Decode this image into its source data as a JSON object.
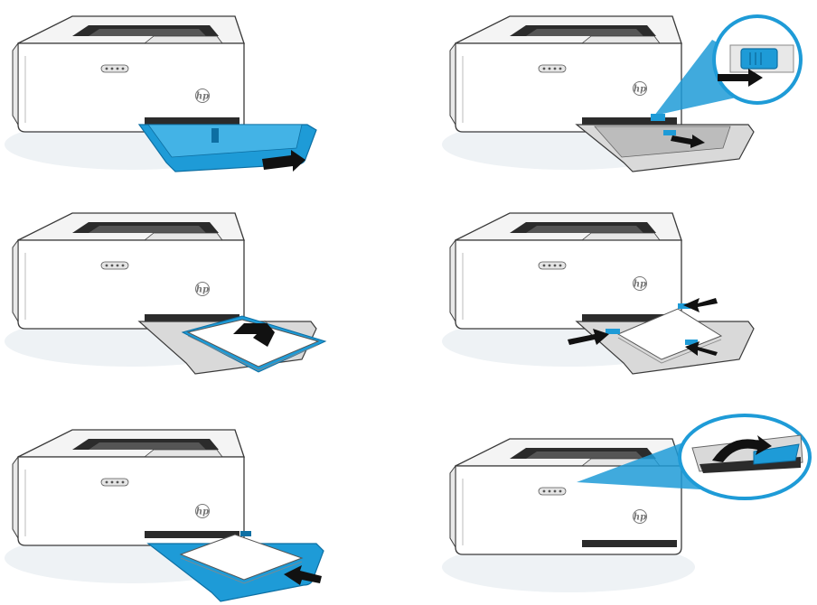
{
  "colors": {
    "accent_blue": "#1e9bd7",
    "accent_blue_dark": "#0d6fa3",
    "printer_body": "#ffffff",
    "printer_outline": "#3a3a3a",
    "printer_shadow": "#e9eef1",
    "arrow": "#111111",
    "tray_gray": "#c9c9c9"
  },
  "brand": {
    "logo_text": "hp"
  },
  "panels": [
    {
      "id": "step-1",
      "icon": "printer-tray-pull-out-icon"
    },
    {
      "id": "step-2",
      "icon": "printer-guide-release-icon"
    },
    {
      "id": "step-3",
      "icon": "printer-load-paper-icon"
    },
    {
      "id": "step-4",
      "icon": "printer-adjust-guides-icon"
    },
    {
      "id": "step-5",
      "icon": "printer-close-tray-icon"
    },
    {
      "id": "step-6",
      "icon": "printer-extend-output-tray-icon"
    }
  ]
}
